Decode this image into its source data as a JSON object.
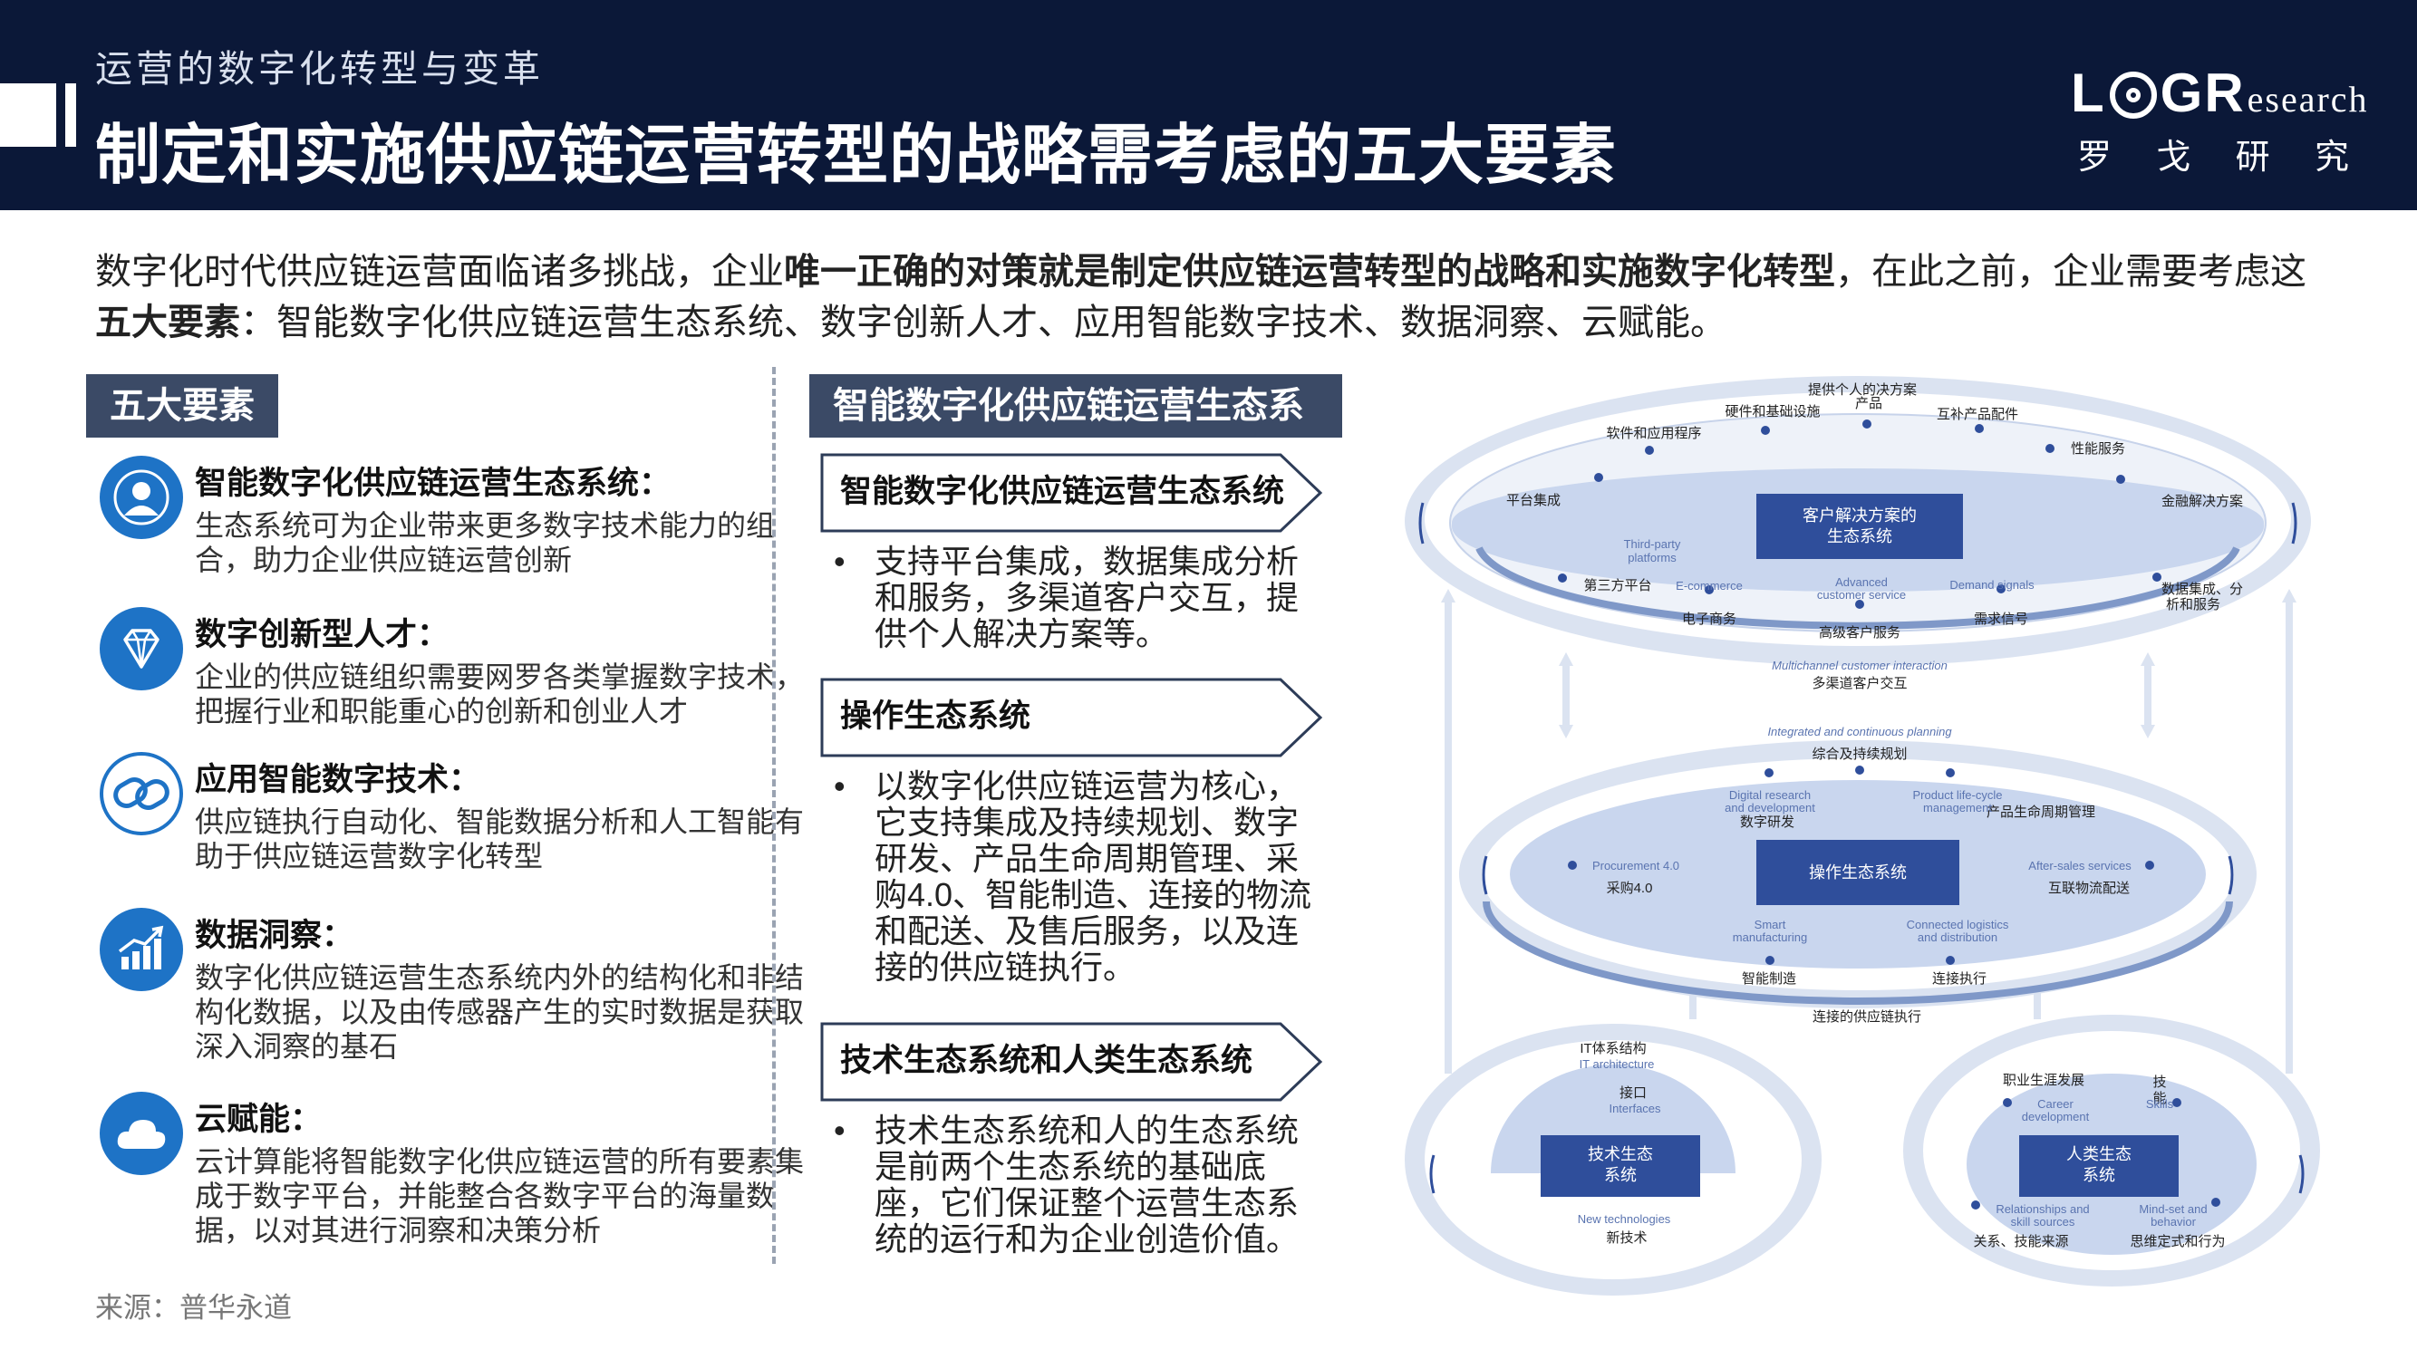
{
  "header": {
    "subtitle": "运营的数字化转型与变革",
    "title": "制定和实施供应链运营转型的战略需考虑的五大要素",
    "logo_prefix": "L",
    "logo_suffix": "GR",
    "logo_research": "esearch",
    "logo_cn": [
      "罗",
      "戈",
      "研",
      "究"
    ]
  },
  "intro": {
    "part1": "数字化时代供应链运营面临诸多挑战，企业",
    "part2_bold": "唯一正确的对策就是制定供应链运营转型的战略和实施数字化转型",
    "part3": "，在此之前，企业需要考虑这",
    "part4_bold": "五大要素",
    "part5": "：智能数字化供应链运营生态系统、数字创新人才、应用智能数字技术、数据洞察、云赋能。"
  },
  "left": {
    "tag": "五大要素",
    "factors": [
      {
        "icon": "user-icon",
        "name": "智能数字化供应链运营生态系统：",
        "desc": "生态系统可为企业带来更多数字技术能力的组合，助力企业供应链运营创新"
      },
      {
        "icon": "diamond-icon",
        "name": "数字创新型人才：",
        "desc": "企业的供应链组织需要网罗各类掌握数字技术，把握行业和职能重心的创新和创业人才"
      },
      {
        "icon": "chain-link-icon",
        "name": "应用智能数字技术：",
        "desc": "供应链执行自动化、智能数据分析和人工智能有助于供应链运营数字化转型"
      },
      {
        "icon": "bar-chart-icon",
        "name": "数据洞察：",
        "desc": "数字化供应链运营生态系统内外的结构化和非结构化数据，以及由传感器产生的实时数据是获取深入洞察的基石"
      },
      {
        "icon": "cloud-icon",
        "name": "云赋能：",
        "desc": "云计算能将智能数字化供应链运营的所有要素集成于数字平台，并能整合各数字平台的海量数据，以对其进行洞察和决策分析"
      }
    ]
  },
  "middle": {
    "tag": "智能数字化供应链运营生态系统",
    "bullet_symbol": "•",
    "sections": [
      {
        "head": "智能数字化供应链运营生态系统",
        "bullet": "支持平台集成，数据集成分析和服务，多渠道客户交互，提供个人解决方案等。"
      },
      {
        "head": "操作生态系统",
        "bullet": "以数字化供应链运营为核心，它支持集成及持续规划、数字研发、产品生命周期管理、采购4.0、智能制造、连接的物流和配送、及售后服务，以及连接的供应链执行。"
      },
      {
        "head": "技术生态系统和人类生态系统",
        "bullet": "技术生态系统和人的生态系统是前两个生态系统的基础底座，它们保证整个运营生态系统的运行和为企业创造价值。"
      }
    ]
  },
  "diagram": {
    "top": {
      "center": [
        "客户解决方案的",
        "生态系统"
      ],
      "labels": {
        "personal_solution": "提供个人的决方案",
        "product": "产品",
        "hardware": "硬件和基础设施",
        "complement": "互补产品配件",
        "software": "软件和应用程序",
        "performance": "性能服务",
        "platform": "平台集成",
        "finance": "金融解决方案",
        "third_party_en": [
          "Third-party",
          "platforms"
        ],
        "third_party_cn": "第三方平台",
        "ecommerce_en": "E-commerce",
        "ecommerce_cn": "电子商务",
        "advanced_en": [
          "Advanced",
          "customer service"
        ],
        "advanced_cn": "高级客户服务",
        "demand_en": "Demand signals",
        "demand_cn": "需求信号",
        "data_cn": [
          "数据集成、分",
          "析和服务"
        ],
        "multichannel_en": "Multichannel customer interaction",
        "multichannel_cn": "多渠道客户交互"
      }
    },
    "middle": {
      "center": "操作生态系统",
      "labels": {
        "planning_en": "Integrated and continuous planning",
        "planning_cn": "综合及持续规划",
        "rd_en": [
          "Digital research",
          "and development"
        ],
        "rd_cn": "数字研发",
        "plm_en": [
          "Product life-cycle",
          "management"
        ],
        "plm_cn": "产品生命周期管理",
        "procurement_en": "Procurement 4.0",
        "procurement_cn": "采购4.0",
        "aftersales_en": "After-sales services",
        "aftersales_cn": "互联物流配送",
        "smart_en": [
          "Smart",
          "manufacturing"
        ],
        "smart_cn": "智能制造",
        "logistics_en": [
          "Connected logistics",
          "and distribution"
        ],
        "logistics_cn": "连接执行",
        "bottom_cn": "连接的供应链执行"
      }
    },
    "tech": {
      "center": [
        "技术生态",
        "系统"
      ],
      "labels": {
        "it_cn": "IT体系结构",
        "it_en": "IT architecture",
        "interfaces_cn": "接口",
        "interfaces_en": "Interfaces",
        "newtech_en": "New technologies",
        "newtech_cn": "新技术"
      }
    },
    "human": {
      "center": [
        "人类生态",
        "系统"
      ],
      "labels": {
        "career_cn": "职业生涯发展",
        "career_en": [
          "Career",
          "development"
        ],
        "skills_cn": [
          "技",
          "能"
        ],
        "skills_en": "Skills",
        "relations_en": [
          "Relationships and",
          "skill sources"
        ],
        "relations_cn": "关系、技能来源",
        "mindset_en": [
          "Mind-set and",
          "behavior"
        ],
        "mindset_cn": "思维定式和行为"
      }
    }
  },
  "source": "来源：普华永道",
  "colors": {
    "header_bg": "#0b1838",
    "tag_bg": "#3b4a66",
    "icon_blue": "#1e73c6",
    "diagram_dark": "#2f4e9b",
    "diagram_mid": "#7f98c8",
    "diagram_light": "#dde6f4"
  }
}
